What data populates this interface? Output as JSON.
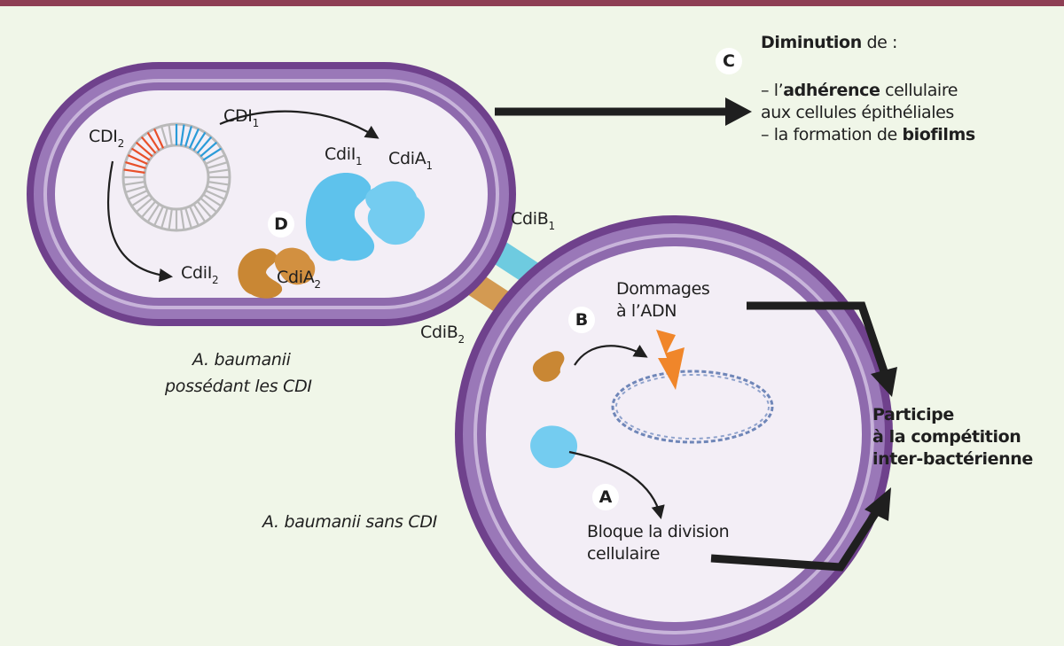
{
  "colors": {
    "top_bar": "#8e3f54",
    "background": "#f0f6e8",
    "membrane_dark": "#6f418c",
    "membrane_mid": "#9a78b8",
    "membrane_light": "#c8b4da",
    "cytoplasm": "#f3eef6",
    "cdi1_blue": "#4fb6e0",
    "cdi2_orange": "#c98734",
    "dna_blue": "#6f86b8",
    "lightning": "#f0862a",
    "gene_red": "#e8502a",
    "gene_blue": "#2a9bd8"
  },
  "labels": {
    "cdi1": {
      "base": "CDI",
      "sub": "1"
    },
    "cdi2": {
      "base": "CDI",
      "sub": "2"
    },
    "cdii1": {
      "base": "CdiI",
      "sub": "1"
    },
    "cdia1": {
      "base": "CdiA",
      "sub": "1"
    },
    "cdii2": {
      "base": "CdiI",
      "sub": "2"
    },
    "cdia2": {
      "base": "CdiA",
      "sub": "2"
    },
    "cdib1": {
      "base": "CdiB",
      "sub": "1"
    },
    "cdib2": {
      "base": "CdiB",
      "sub": "2"
    }
  },
  "badges": {
    "a": "A",
    "b": "B",
    "c": "C",
    "d": "D"
  },
  "cell_captions": {
    "with_cdi_line1": "A. baumanii",
    "with_cdi_line2": "possédant les CDI",
    "without_cdi": "A. baumanii sans CDI"
  },
  "effect_c": {
    "title_bold": "Diminution",
    "title_rest": " de :",
    "line1_prefix": "– l’",
    "line1_bold": "adhérence",
    "line1_rest": " cellulaire",
    "line2": "aux cellules épithéliales",
    "line3_prefix": "– la formation de ",
    "line3_bold": "biofilms"
  },
  "effect_b": {
    "line1": "Dommages",
    "line2": "à l’ADN"
  },
  "effect_a": {
    "line1": "Bloque la division",
    "line2": "cellulaire"
  },
  "outcome": {
    "line1": "Participe",
    "line2": "à la compétition",
    "line3": "inter-bactérienne"
  }
}
